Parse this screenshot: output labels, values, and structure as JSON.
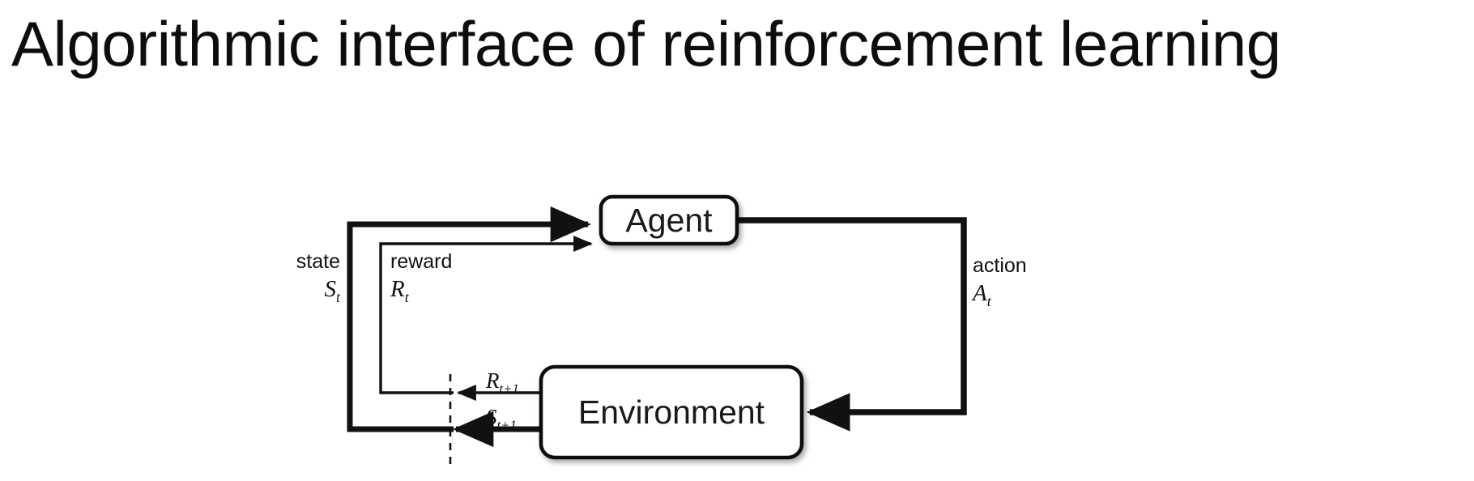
{
  "slide": {
    "title": "Algorithmic interface of reinforcement learning",
    "background_color": "#ffffff",
    "ink_color": "#000000"
  },
  "diagram": {
    "type": "agent-environment-interaction-loop",
    "nodes": [
      {
        "id": "agent",
        "label": "Agent",
        "shape": "rounded-rectangle"
      },
      {
        "id": "environment",
        "label": "Environment",
        "shape": "rounded-rectangle"
      }
    ],
    "edges": [
      {
        "id": "state-edge",
        "from": "environment",
        "to": "agent",
        "name": "state",
        "symbol": "S",
        "subscript": "t",
        "stroke": "thick"
      },
      {
        "id": "reward-edge",
        "from": "environment",
        "to": "agent",
        "name": "reward",
        "symbol": "R",
        "subscript": "t",
        "stroke": "thin"
      },
      {
        "id": "action-edge",
        "from": "agent",
        "to": "environment",
        "name": "action",
        "symbol": "A",
        "subscript": "t",
        "stroke": "thick"
      }
    ],
    "time_step_boundary": {
      "style": "dashed-vertical-line",
      "meaning": "time-step-separator"
    },
    "labels": {
      "state_name": "state",
      "state_symbol": "S",
      "state_subscript": "t",
      "reward_name": "reward",
      "reward_symbol": "R",
      "reward_subscript": "t",
      "action_name": "action",
      "action_symbol": "A",
      "action_subscript": "t",
      "next_reward_symbol": "R",
      "next_reward_subscript": "t+1",
      "next_state_symbol": "S",
      "next_state_subscript": "t+1"
    }
  }
}
